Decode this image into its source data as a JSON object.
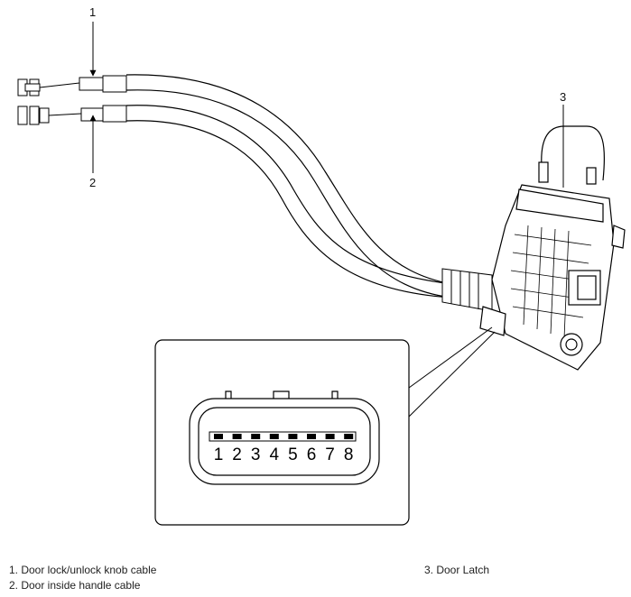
{
  "callouts": {
    "c1": "1",
    "c2": "2",
    "c3": "3"
  },
  "pins": [
    "1",
    "2",
    "3",
    "4",
    "5",
    "6",
    "7",
    "8"
  ],
  "legend": {
    "item1": "1. Door lock/unlock knob cable",
    "item2": "2. Door inside handle cable",
    "item3": "3. Door Latch"
  }
}
